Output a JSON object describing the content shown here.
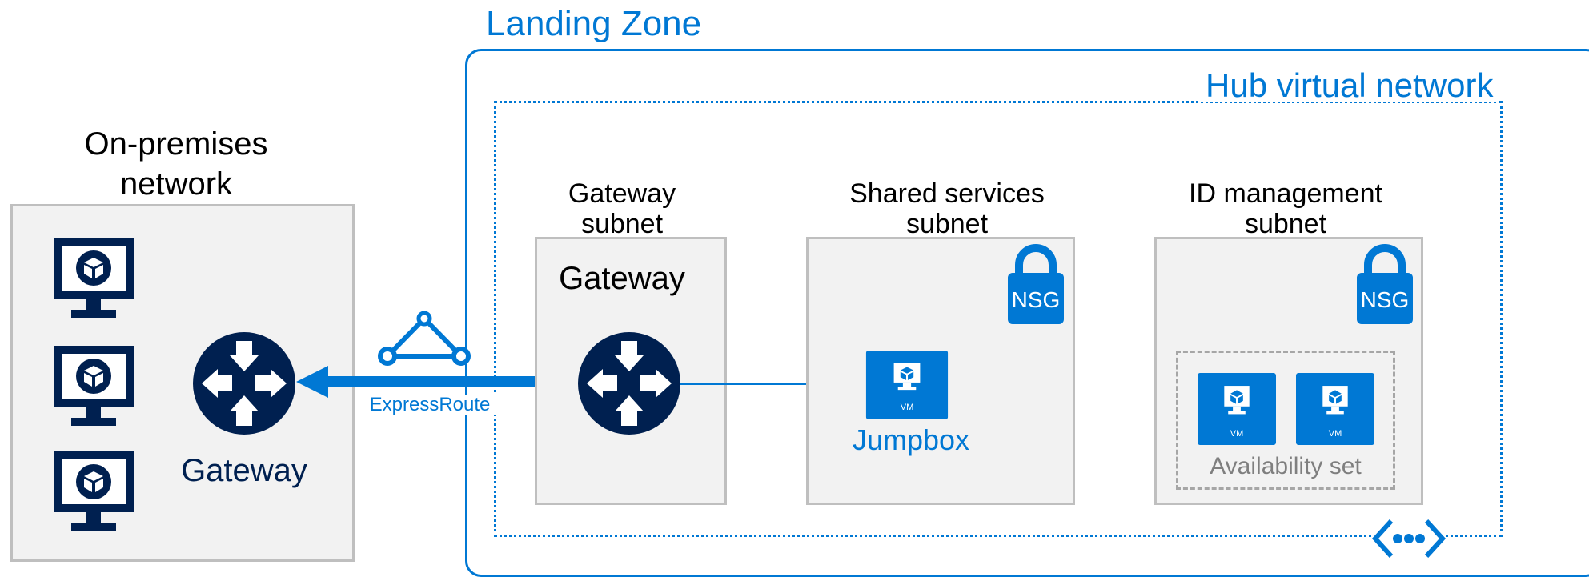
{
  "landing_zone": {
    "title": "Landing Zone"
  },
  "hub": {
    "title": "Hub virtual network"
  },
  "onprem": {
    "title_line1": "On-premises",
    "title_line2": "network",
    "gateway_label": "Gateway"
  },
  "connection": {
    "label": "ExpressRoute"
  },
  "gateway_subnet": {
    "title_line1": "Gateway",
    "title_line2": "subnet",
    "gateway_label": "Gateway"
  },
  "shared_subnet": {
    "title_line1": "Shared services",
    "title_line2": "subnet",
    "nsg_label": "NSG",
    "vm_label": "VM",
    "jumpbox_label": "Jumpbox"
  },
  "id_subnet": {
    "title_line1": "ID management",
    "title_line2": "subnet",
    "nsg_label": "NSG",
    "vm1_label": "VM",
    "vm2_label": "VM",
    "availability_label": "Availability set"
  },
  "colors": {
    "azure_blue": "#0078d4",
    "navy": "#002050",
    "box_fill": "#f2f2f2",
    "box_border": "#bfbfbf",
    "dashed_gray": "#a6a6a6"
  },
  "icons": {
    "computer": "computer-icon",
    "router": "router-icon",
    "expressroute": "expressroute-icon",
    "lock": "lock-icon",
    "vm": "vm-icon",
    "vnet": "vnet-peering-icon"
  }
}
